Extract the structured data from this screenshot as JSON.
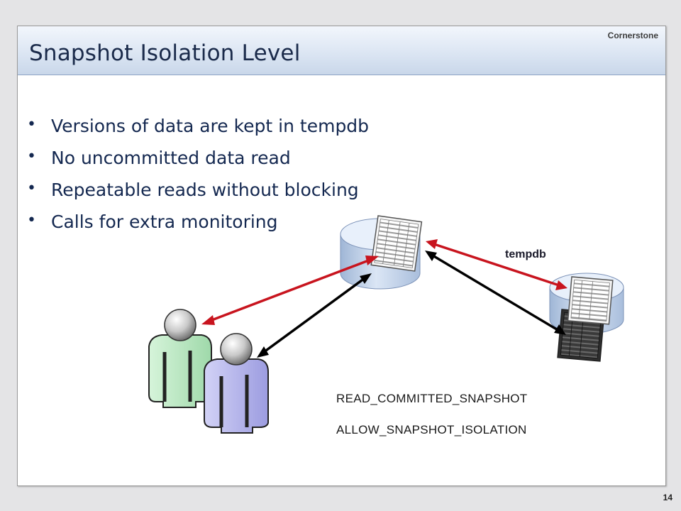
{
  "slide": {
    "title": "Snapshot Isolation Level",
    "brand": "Cornerstone",
    "page_number": "14"
  },
  "bullets": [
    "Versions of data are kept in tempdb",
    "No uncommitted data read",
    "Repeatable reads without blocking",
    "Calls for extra monitoring"
  ],
  "diagram": {
    "tempdb_label": "tempdb",
    "options": [
      "READ_COMMITTED_SNAPSHOT",
      "ALLOW_SNAPSHOT_ISOLATION"
    ],
    "colors": {
      "red_arrow": "#c8141e",
      "black_arrow": "#000000",
      "user_green": "#b7e8c0",
      "user_purple": "#b7b7ec",
      "database": "#c4d6ee"
    },
    "icons": [
      "database-icon",
      "table-icon",
      "user-icon"
    ]
  }
}
